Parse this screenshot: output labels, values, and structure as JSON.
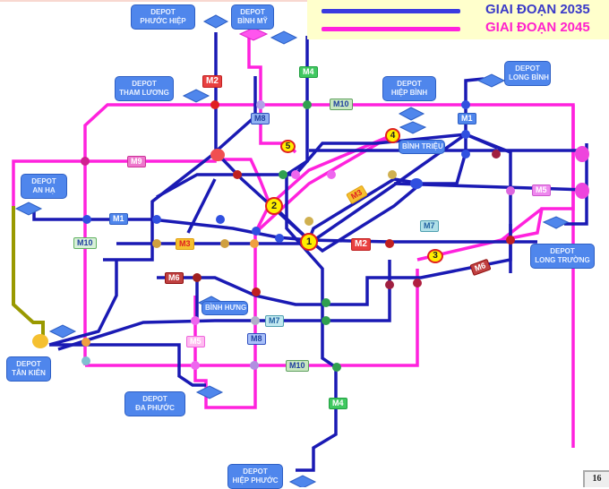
{
  "legend": {
    "items": [
      {
        "label": "GIAI ĐOẠN 2035",
        "color": "#2a2ad0"
      },
      {
        "label": "GIAI ĐOẠN 2045",
        "color": "#ff22dd"
      }
    ]
  },
  "depots": [
    {
      "id": "phuoc-hiep",
      "line1": "DEPOT",
      "line2": "PHƯỚC HIỆP"
    },
    {
      "id": "binh-my",
      "line1": "DEPOT",
      "line2": "BÌNH MỸ"
    },
    {
      "id": "tham-luong",
      "line1": "DEPOT",
      "line2": "THAM LƯƠNG"
    },
    {
      "id": "hiep-binh",
      "line1": "DEPOT",
      "line2": "HIỆP BÌNH"
    },
    {
      "id": "long-binh",
      "line1": "DEPOT",
      "line2": "LONG BÌNH"
    },
    {
      "id": "an-ha",
      "line1": "DEPOT",
      "line2": "AN HẠ"
    },
    {
      "id": "long-truong",
      "line1": "DEPOT",
      "line2": "LONG TRƯỜNG"
    },
    {
      "id": "tan-kien",
      "line1": "DEPOT",
      "line2": "TÂN KIÊN"
    },
    {
      "id": "da-phuoc",
      "line1": "DEPOT",
      "line2": "ĐA PHƯỚC"
    },
    {
      "id": "hiep-phuoc",
      "line1": "DEPOT",
      "line2": "HIỆP PHƯỚC"
    }
  ],
  "place_labels": {
    "binh_trieu": "BÌNH TRIỆU",
    "binh_hung": "BÌNH HƯNG"
  },
  "line_tags": {
    "m1_west": "M1",
    "m1_east": "M1",
    "m2_north": "M2",
    "m2_center": "M2",
    "m3_west": "M3",
    "m3_center": "M3",
    "m4_north": "M4",
    "m4_south": "M4",
    "m5_west": "M5",
    "m5_east": "M5",
    "m6_west": "M6",
    "m6_east": "M6",
    "m7_center": "M7",
    "m7_east": "M7",
    "m8_north": "M8",
    "m8_south": "M8",
    "m9": "M9",
    "m10_west": "M10",
    "m10_north": "M10",
    "m10_south": "M10"
  },
  "stations": [
    "1",
    "2",
    "3",
    "4",
    "5"
  ],
  "page_number": "16",
  "colors": {
    "phase_2035": "#1a1ab4",
    "phase_2045": "#ff22dd",
    "m2_red": "#e03030",
    "m3_orange": "#f5b020",
    "m4_green": "#30c050",
    "m6_darkred": "#b02020",
    "m10_green": "#90c090",
    "olive": "#999900",
    "depot_blue": "#4f86ec"
  }
}
